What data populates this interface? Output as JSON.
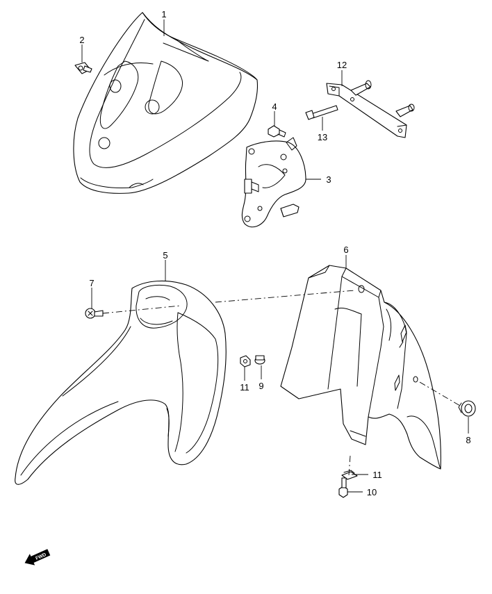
{
  "callouts": [
    {
      "id": "1",
      "label": "1"
    },
    {
      "id": "2",
      "label": "2"
    },
    {
      "id": "3",
      "label": "3"
    },
    {
      "id": "4",
      "label": "4"
    },
    {
      "id": "5",
      "label": "5"
    },
    {
      "id": "6",
      "label": "6"
    },
    {
      "id": "7",
      "label": "7"
    },
    {
      "id": "8",
      "label": "8"
    },
    {
      "id": "9",
      "label": "9"
    },
    {
      "id": "10",
      "label": "10"
    },
    {
      "id": "11a",
      "label": "11"
    },
    {
      "id": "11b",
      "label": "11"
    },
    {
      "id": "12",
      "label": "12"
    },
    {
      "id": "13",
      "label": "13"
    }
  ],
  "forward_indicator": {
    "label": "FWD"
  }
}
